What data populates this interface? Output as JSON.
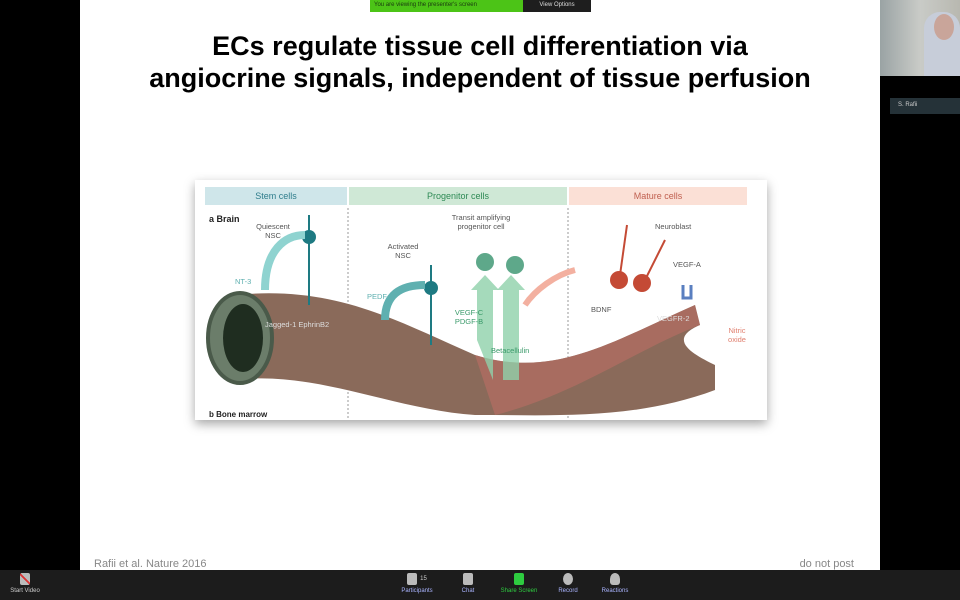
{
  "banner": {
    "message": "You are viewing the presenter's screen",
    "view_options": "View Options"
  },
  "slide": {
    "title_line1": "ECs regulate tissue cell differentiation via",
    "title_line2": "angiocrine signals, independent of tissue perfusion",
    "figure": {
      "headers": [
        "Stem cells",
        "Progenitor cells",
        "Mature cells"
      ],
      "panel_a": "a  Brain",
      "panel_b": "b  Bone marrow",
      "labels": {
        "quiescent": "Quiescent NSC",
        "nt3": "NT-3",
        "jagged": "Jagged-1  EphrinB2",
        "activated": "Activated NSC",
        "pedf": "PEDF",
        "transit": "Transit amplifying progenitor cell",
        "vegfc": "VEGF-C PDGF-B",
        "betacellulin": "Betacellulin",
        "neuroblast": "Neuroblast",
        "vegfa": "VEGF-A",
        "bdnf": "BDNF",
        "vegfr2": "VEGFR-2",
        "nitric": "Nitric oxide"
      }
    },
    "citation": "Rafii et al. Nature 2016",
    "note": "do not post"
  },
  "participant": {
    "name": "S. Rafii"
  },
  "toolbar": {
    "start_video": "Start Video",
    "participants": "Participants",
    "participant_count": "15",
    "chat": "Chat",
    "share_screen": "Share Screen",
    "record": "Record",
    "reactions": "Reactions"
  },
  "colors": {
    "share_green": "#4cc417",
    "toolbar": "#1c1c1c",
    "teal": "#2a8a8a",
    "vessel": "#8a6a5a"
  }
}
